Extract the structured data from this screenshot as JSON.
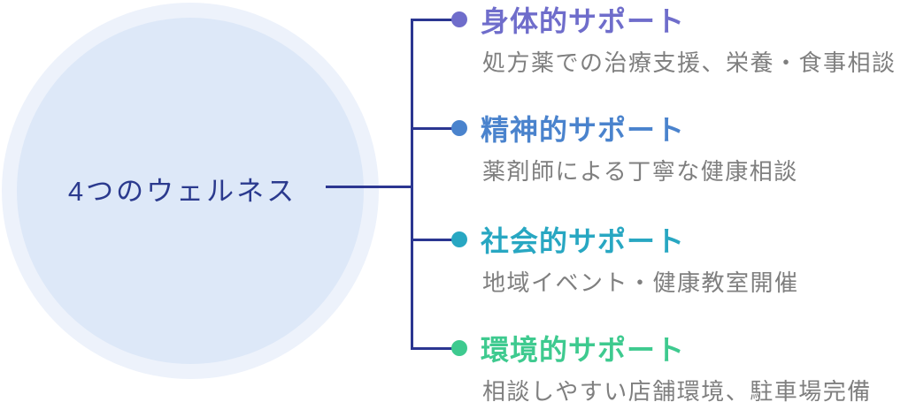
{
  "diagram": {
    "center_label": "4つのウェルネス",
    "items": [
      {
        "title": "身体的サポート",
        "description": "処方薬での治療支援、栄養・食事相談",
        "color": "#6f6dcb"
      },
      {
        "title": "精神的サポート",
        "description": "薬剤師による丁寧な健康相談",
        "color": "#4a83cd"
      },
      {
        "title": "社会的サポート",
        "description": "地域イベント・健康教室開催",
        "color": "#28a7c2"
      },
      {
        "title": "環境的サポート",
        "description": "相談しやすい店舗環境、駐車場完備",
        "color": "#3eca8f"
      }
    ],
    "colors": {
      "connector_line": "#2b3691",
      "circle_ring": "#edf2fb",
      "circle_fill": "#dde8f8",
      "center_text": "#2b3a8e",
      "description_text": "#7f7f7f"
    }
  }
}
